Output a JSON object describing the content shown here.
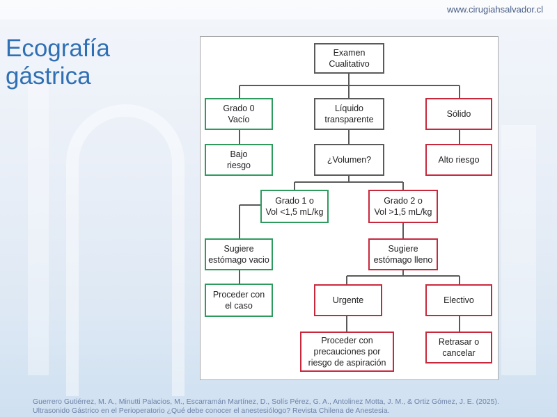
{
  "header": {
    "site_url": "www.cirugiahsalvador.cl"
  },
  "slide": {
    "title_line1": "Ecografía",
    "title_line2": "gástrica"
  },
  "colors": {
    "title": "#2f6fb3",
    "green": "#2e9a5e",
    "red": "#c8283c",
    "neutral": "#5a5a5a"
  },
  "flowchart": {
    "exam": "Examen\nCualitativo",
    "grade0": "Grado 0\nVacío",
    "liquid": "Líquido\ntransparente",
    "solid": "Sólido",
    "low_risk": "Bajo\nriesgo",
    "volume": "¿Volumen?",
    "high_risk": "Alto riesgo",
    "grade1": "Grado 1 o\nVol <1,5 mL/kg",
    "grade2": "Grado 2 o\nVol >1,5 mL/kg",
    "suggests_empty": "Sugiere\nestómago vacio",
    "suggests_full": "Sugiere\nestómago lleno",
    "proceed_case": "Proceder con\nel caso",
    "urgent": "Urgente",
    "elective": "Electivo",
    "proceed_precautions": "Proceder con\nprecauciones por\nriesgo de aspiración",
    "delay_cancel": "Retrasar o\ncancelar"
  },
  "citation": {
    "line1": "Guerrero Gutiérrez, M. A., Minutti Palacios, M., Escarramán Martínez, D., Solís Pérez, G. A., Antolinez Motta, J. M., & Ortiz Gómez, J. E. (2025).",
    "line2": "Ultrasonido Gástrico en el Perioperatorio ¿Qué debe conocer el anestesiólogo? Revista Chilena de Anestesia."
  }
}
